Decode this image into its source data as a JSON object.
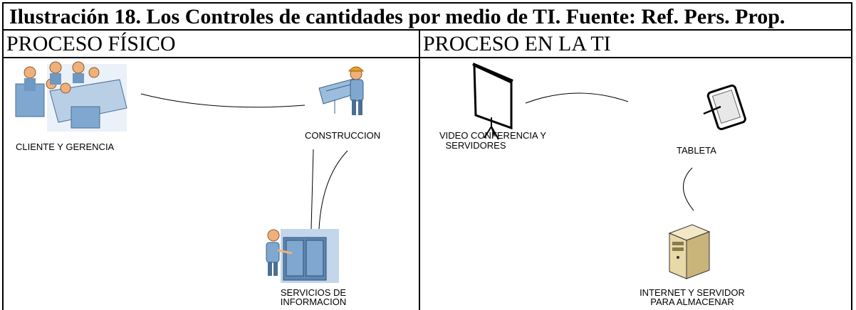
{
  "title": "Ilustración 18. Los Controles de cantidades por medio de TI. Fuente: Ref. Pers. Prop.",
  "left_header": "PROCESO FÍSICO",
  "right_header": "PROCESO EN LA TI",
  "nodes": {
    "cliente": "CLIENTE Y GERENCIA",
    "construccion": "CONSTRUCCION",
    "servicios_line1": "SERVICIOS DE",
    "servicios_line2": "INFORMACION",
    "video_line1": "VIDEO CONFERENCIA Y",
    "video_line2": "SERVIDORES",
    "tableta": "TABLETA",
    "internet_line1": "INTERNET Y SERVIDOR",
    "internet_line2": "PARA ALMACENAR"
  },
  "icons": {
    "meeting": "meeting-icon",
    "worker_blueprint": "worker-blueprint-icon",
    "worker_server": "worker-server-icon",
    "projector_screen": "projector-screen-icon",
    "tablet": "tablet-icon",
    "computer_tower": "computer-tower-icon"
  },
  "colors": {
    "border": "#000000",
    "icon_blue": "#7fa7cf",
    "icon_blue_dark": "#4a6f96",
    "skin": "#f0b07a",
    "helmet": "#e8a020",
    "tower": "#e9d9a8"
  }
}
